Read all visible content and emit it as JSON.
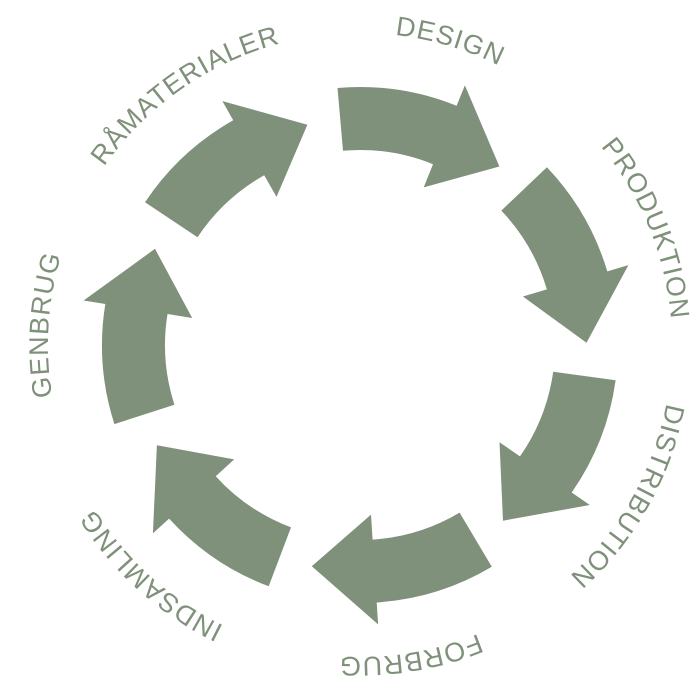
{
  "colors": {
    "arrow": "#7f917a",
    "label": "#7f917a",
    "background": "#ffffff"
  },
  "stages": [
    {
      "label": "DESIGN"
    },
    {
      "label": "PRODUKTION"
    },
    {
      "label": "DISTRIBUTION"
    },
    {
      "label": "FORBRUG"
    },
    {
      "label": "INDSAMLING"
    },
    {
      "label": "GENBRUG"
    },
    {
      "label": "RÅMATERIALER"
    }
  ]
}
